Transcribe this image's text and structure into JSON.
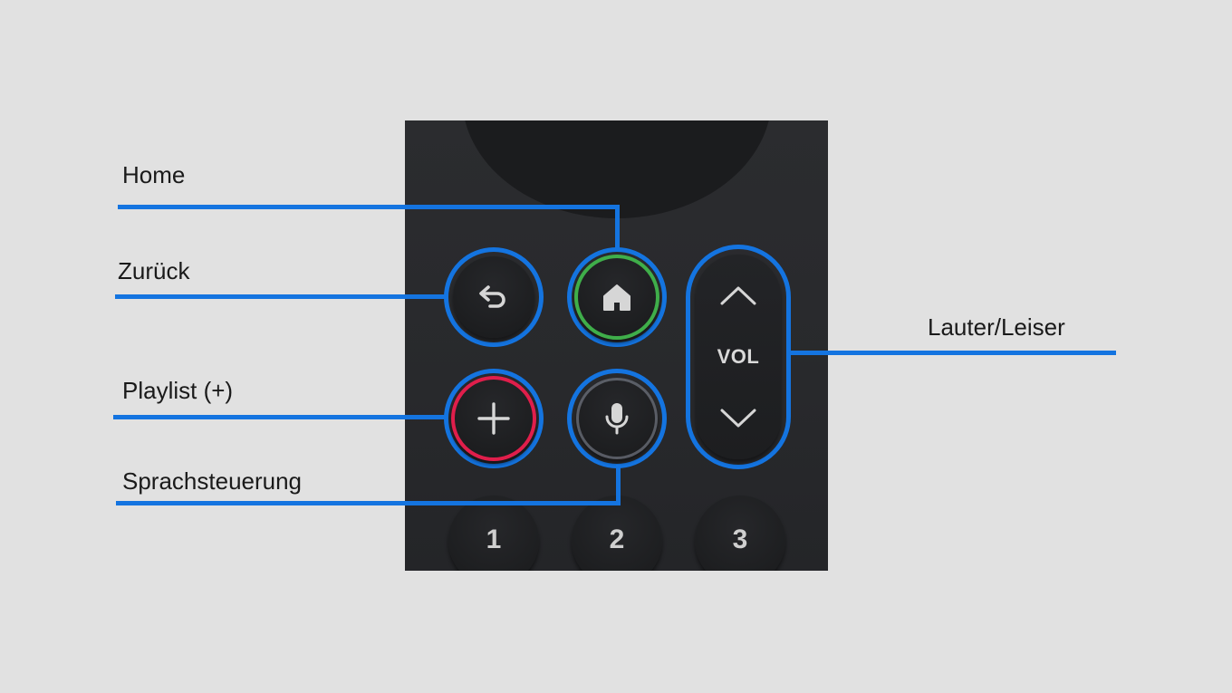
{
  "labels": {
    "home": "Home",
    "back": "Zurück",
    "playlist": "Playlist (+)",
    "voice": "Sprachsteuerung",
    "volume": "Lauter/Leiser"
  },
  "remote": {
    "vol_label": "VOL",
    "number_keys": [
      "1",
      "2",
      "3"
    ]
  },
  "icons": {
    "back": "back-arrow-icon",
    "home": "home-icon",
    "plus": "plus-icon",
    "mic": "microphone-icon",
    "vol_up": "chevron-up-icon",
    "vol_down": "chevron-down-icon"
  },
  "colors": {
    "callout": "#1474e0",
    "home_ring": "#3fae4a",
    "playlist_ring": "#e01e4b",
    "background": "#e1e1e1",
    "remote_body": "#2a2b2e"
  }
}
